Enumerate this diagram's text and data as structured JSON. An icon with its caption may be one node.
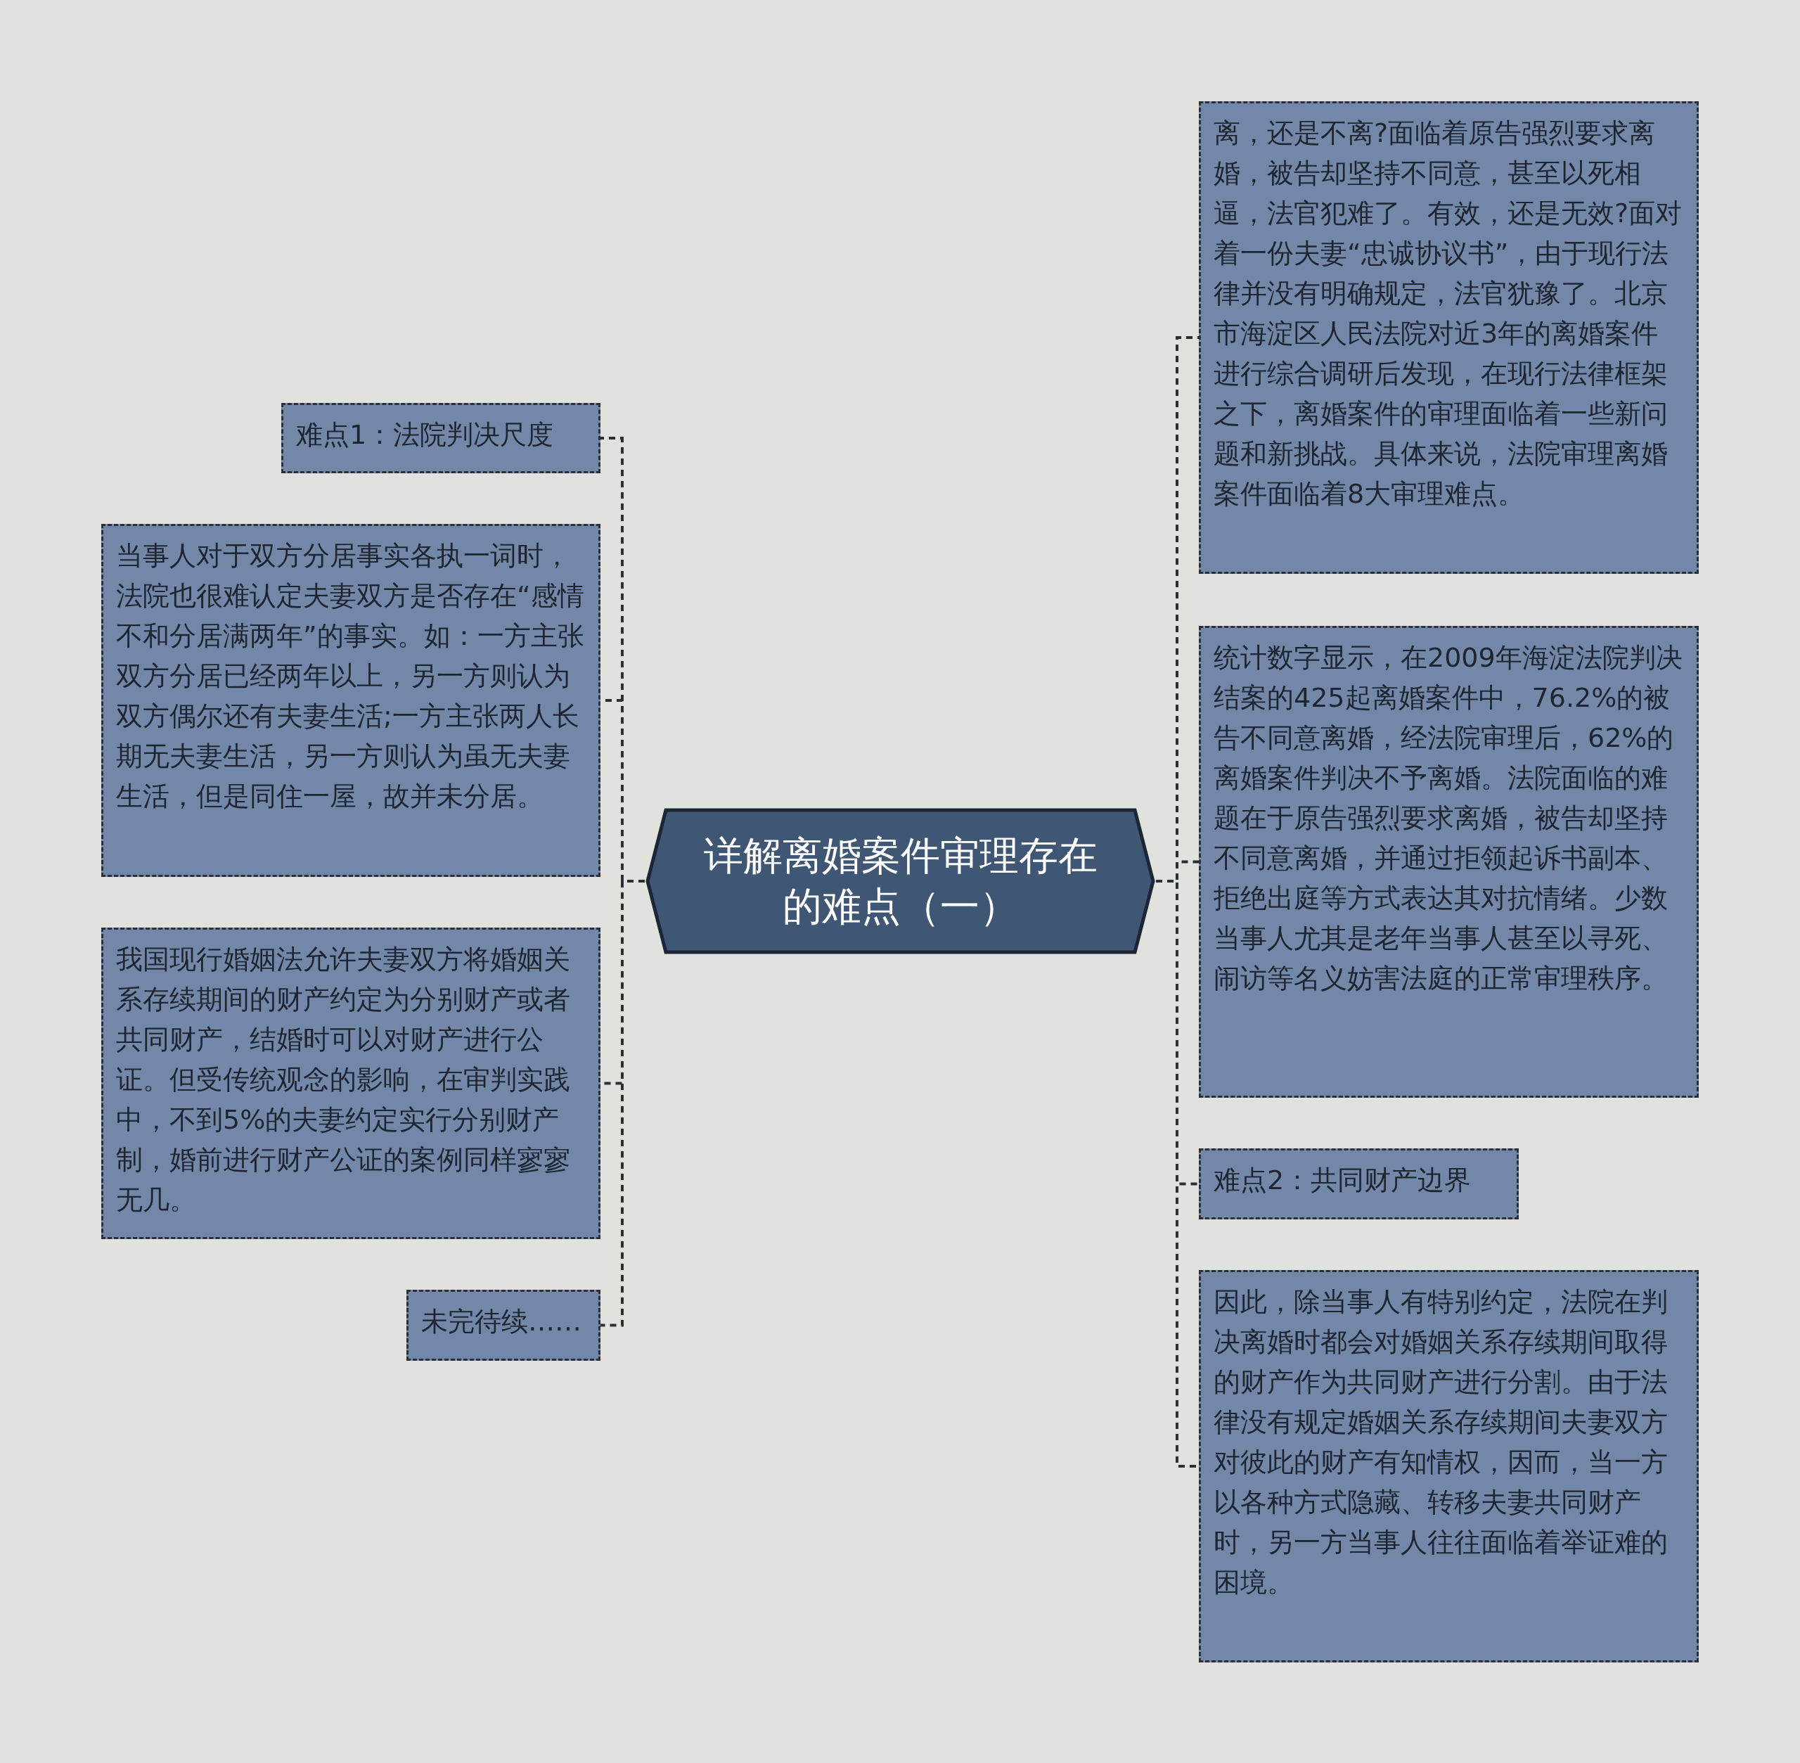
{
  "diagram": {
    "nodes": [
      {
        "text": [
          "详解离婚案件审理存在的难点（一）"
        ]
      },
      {
        "text": [
          "难点1：法院判决尺度"
        ]
      },
      {
        "text": [
          "当事人对于双方分居事实各执一词时，法院也很难认定夫妻双方是否存在“感情不和分居满两年”的事实。如：一方主张双方分居已经两年以上，另一方则认为双方偶尔还有夫妻生活;一方主张两人长期无夫妻生活，另一方则认为虽无夫妻生活，但是同住一屋，故并未分居。"
        ]
      },
      {
        "text": [
          "我国现行婚姻法允许夫妻双方将婚姻关系存续期间的财产约定为分别财产或者共同财产，结婚时可以对财产进行公证。但受传统观念的影响，在审判实践中，不到5%的夫妻约定实行分别财产制，婚前进行财产公证的案例同样寥寥无几。"
        ]
      },
      {
        "text": [
          "未完待续……"
        ]
      },
      {
        "text": [
          "离，还是不离?面临着原告强烈要求离婚，被告却坚持不同意，甚至以死相逼，法官犯难了。有效，还是无效?面对着一份夫妻“忠诚协议书”，由于现行法律并没有明确规定，法官犹豫了。北京市海淀区人民法院对近3年的离婚案件进行综合调研后发现，在现行法律框架之下，离婚案件的审理面临着一些新问题和新挑战。具体来说，法院审理离婚案件面临着8大审理难点。"
        ]
      },
      {
        "text": [
          "统计数字显示，在2009年海淀法院判决结案的425起离婚案件中，76.2%的被告不同意离婚，经法院审理后，62%的离婚案件判决不予离婚。法院面临的难题在于原告强烈要求离婚，被告却坚持不同意离婚，并通过拒领起诉书副本、拒绝出庭等方式表达其对抗情绪。少数当事人尤其是老年当事人甚至以寻死、闹访等名义妨害法庭的正常审理秩序。"
        ]
      },
      {
        "text": [
          "难点2：共同财产边界"
        ]
      },
      {
        "text": [
          "因此，除当事人有特别约定，法院在判决离婚时都会对婚姻关系存续期间取得的财产作为共同财产进行分割。由于法律没有规定婚姻关系存续期间夫妻双方对彼此的财产有知情权，因而，当一方以各种方式隐藏、转移夫妻共同财产时，另一方当事人往往面临着举证难的困境。"
        ]
      }
    ],
    "edges": [
      {
        "from": 0,
        "to": 1,
        "arrow": "none",
        "style": "dashed"
      },
      {
        "from": 0,
        "to": 2,
        "arrow": "none",
        "style": "dashed"
      },
      {
        "from": 0,
        "to": 3,
        "arrow": "none",
        "style": "dashed"
      },
      {
        "from": 0,
        "to": 4,
        "arrow": "none",
        "style": "dashed"
      },
      {
        "from": 0,
        "to": 5,
        "arrow": "none",
        "style": "dashed"
      },
      {
        "from": 0,
        "to": 6,
        "arrow": "none",
        "style": "dashed"
      },
      {
        "from": 0,
        "to": 7,
        "arrow": "none",
        "style": "dashed"
      },
      {
        "from": 0,
        "to": 8,
        "arrow": "none",
        "style": "dashed"
      }
    ]
  }
}
